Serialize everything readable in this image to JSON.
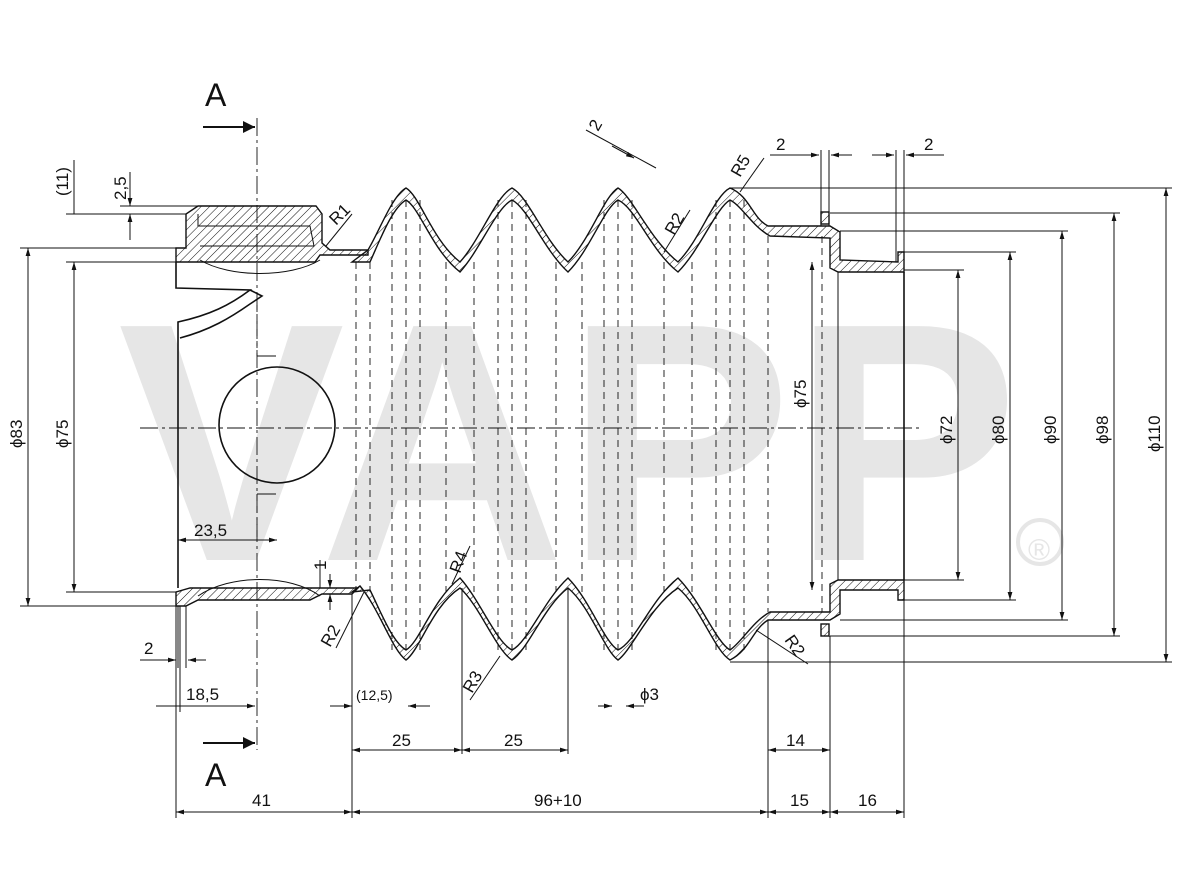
{
  "watermark": {
    "text": "VAPP",
    "registered": "®"
  },
  "section_labels": {
    "top": "A",
    "bottom": "A"
  },
  "dimensions": {
    "d83": "ϕ83",
    "d75_left": "ϕ75",
    "d75_inner": "ϕ75",
    "d72": "ϕ72",
    "d80": "ϕ80",
    "d90": "ϕ90",
    "d98": "ϕ98",
    "d110": "ϕ110",
    "d3": "ϕ3",
    "r1": "R1",
    "r2_top": "R2",
    "r5": "R5",
    "r4": "R4",
    "r3": "R3",
    "r2_left": "R2",
    "r2_right": "R2",
    "t2_wall": "2",
    "t2_flange_a": "2",
    "t2_flange_b": "2",
    "t2_bottom": "2",
    "paren11": "(11)",
    "v25": "2,5",
    "v1": "1",
    "w23_5": "23,5",
    "w18_5": "18,5",
    "w12_5": "(12,5)",
    "p25_a": "25",
    "p25_b": "25",
    "w14": "14",
    "w41": "41",
    "w96_10": "96+10",
    "w15": "15",
    "w16": "16"
  }
}
